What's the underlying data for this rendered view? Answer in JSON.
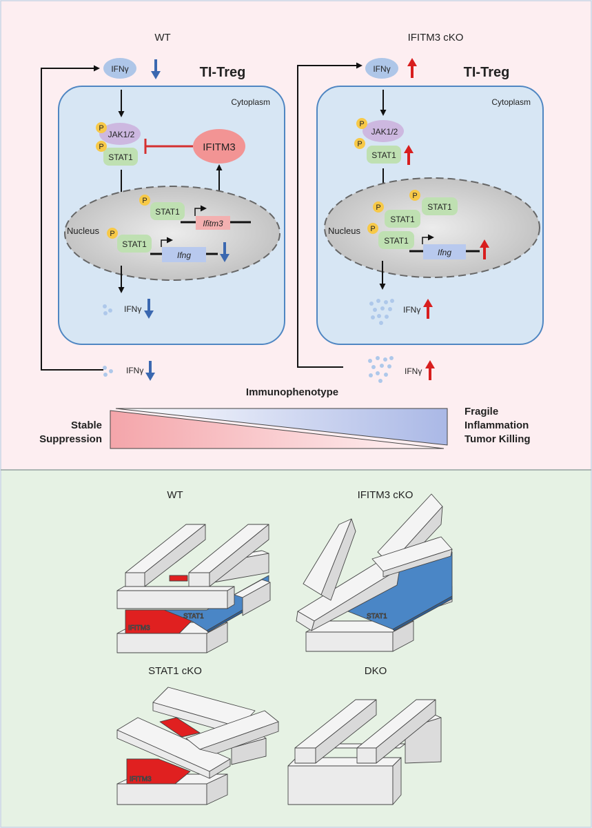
{
  "top_panel": {
    "wt": {
      "title": "WT",
      "cell_title": "TI-Treg",
      "ifng": "IFNγ",
      "cytoplasm": "Cytoplasm",
      "p": "P",
      "jak": "JAK1/2",
      "stat1": "STAT1",
      "ifitm3": "IFITM3",
      "nucleus": "Nucleus",
      "gene_ifitm3": "Ifitm3",
      "gene_ifng": "Ifng"
    },
    "cko": {
      "title": "IFITM3 cKO",
      "cell_title": "TI-Treg",
      "ifng": "IFNγ",
      "cytoplasm": "Cytoplasm",
      "p": "P",
      "jak": "JAK1/2",
      "stat1": "STAT1",
      "nucleus": "Nucleus",
      "gene_ifng": "Ifng"
    },
    "immunophenotype": {
      "title": "Immunophenotype",
      "left_1": "Stable",
      "left_2": "Suppression",
      "right_1": "Fragile",
      "right_2": "Inflammation",
      "right_3": "Tumor Killing"
    }
  },
  "bottom_panel": {
    "wt": {
      "title": "WT",
      "stat1": "STAT1",
      "ifitm3": "IFITM3"
    },
    "cko": {
      "title": "IFITM3 cKO",
      "stat1": "STAT1"
    },
    "stat1_cko": {
      "title": "STAT1 cKO",
      "ifitm3": "IFITM3"
    },
    "dko": {
      "title": "DKO"
    }
  },
  "colors": {
    "top_bg": "#fdeef1",
    "bottom_bg": "#e6f2e4",
    "cell_fill": "#d7e6f4",
    "cell_stroke": "#4f86c2",
    "nucleus_fill": "#cfcfcf",
    "receptor_fill": "#aec6e8",
    "phospho": "#f7c948",
    "jak_fill": "#cdb8e0",
    "stat_fill": "#bfe0b2",
    "ifitm3_fill": "#f29494",
    "ifng_gene_fill": "#b8c9ee",
    "up_arrow": "#d81e1e",
    "down_arrow": "#3b68b0",
    "inhibit": "#d43030",
    "block_red": "#e02020",
    "block_blue": "#4a86c6",
    "dot": "#aec8ea"
  }
}
